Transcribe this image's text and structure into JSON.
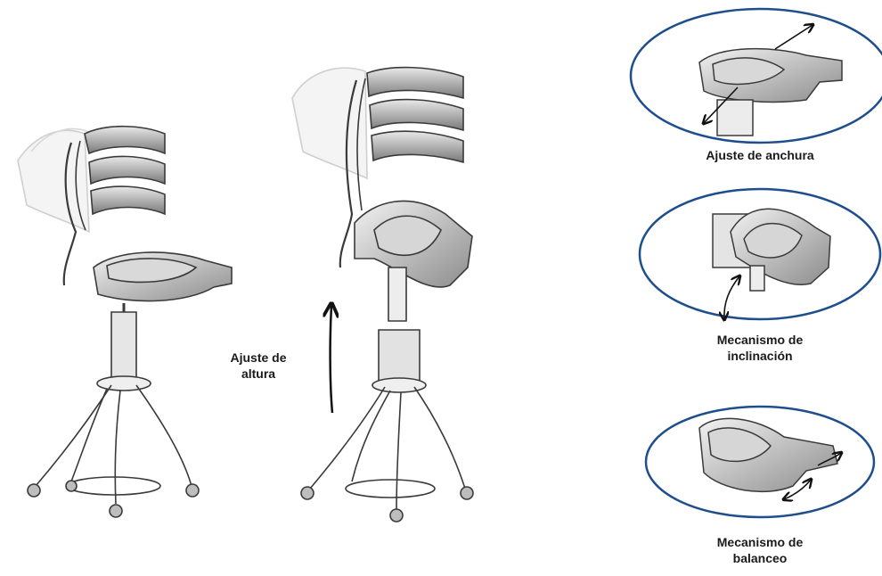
{
  "height_label": {
    "line1": "Ajuste de",
    "line2": "altura"
  },
  "details": [
    {
      "label_line1": "Ajuste de anchura",
      "label_line2": ""
    },
    {
      "label_line1": "Mecanismo de",
      "label_line2": "inclinación"
    },
    {
      "label_line1": "Mecanismo de",
      "label_line2": "balanceo"
    }
  ],
  "colors": {
    "ellipse_border": "#1f4e8c",
    "sketch_ink": "#3a3a3a",
    "sketch_shade": "#9a9a9a"
  },
  "icons": [
    "chair-sketch-low",
    "chair-sketch-raised",
    "height-arrow",
    "width-arrow",
    "tilt-arrow",
    "rock-arrow"
  ]
}
